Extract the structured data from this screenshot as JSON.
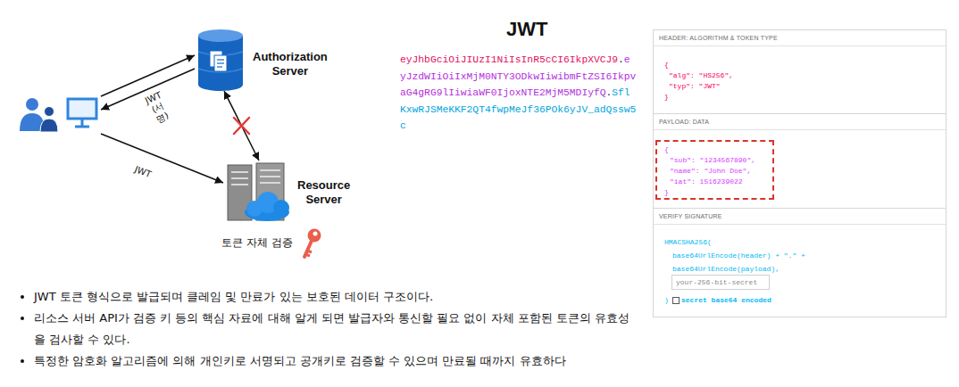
{
  "diagram": {
    "title": "JWT",
    "nodes": [
      {
        "text": []
      },
      {
        "text": [
          "Authorization Server"
        ]
      },
      {
        "text": [
          "Resource Server"
        ]
      },
      {
        "text": [
          "HEADER: ALGORITHM & TOKEN TYPE",
          "{",
          "\"alg\": \"HS256\",",
          "\"typ\": \"JWT\"",
          "}"
        ]
      },
      {
        "text": [
          "PAYLOAD: DATA"
        ]
      },
      {
        "text": [
          "{",
          "\"sub\": \"1234567890\",",
          "\"name\": \"John Doe\",",
          "\"iat\": 1516239022",
          "}"
        ],
        "in": 4
      },
      {
        "text": [
          "VERIFY SIGNATURE",
          "HMACSHA256(",
          "base64UrlEncode(header) + \".\" +",
          "base64UrlEncode(payload),",
          ")",
          "secret base64 encoded"
        ]
      },
      {
        "text": [
          "your-256-bit-secret"
        ],
        "in": 6
      }
    ],
    "edges": [
      {
        "from": 0,
        "to": 1,
        "arrow": "to"
      },
      {
        "from": 1,
        "to": 0,
        "label": "JWT (서명)",
        "arrow": "to"
      },
      {
        "from": 0,
        "to": 2,
        "label": "JWT",
        "arrow": "to"
      },
      {
        "from": 1,
        "to": 2,
        "arrow": "both"
      }
    ],
    "labels": [
      "eyJhbGciOiJIUzI1NiIsInR5cCI6IkpXVCJ9",
      ".",
      "eyJzdWIiOiIxMjM0NTY3ODkwIiwibmFtZSI6IkpvaG4gRG9lIiwiaWF0IjoxNTE2MjM5MDIyfQ",
      ".",
      "SflKxwRJSMeKKF2QT4fwpMeJf36POk6yJV_adQssw5c",
      "토큰 자체 검증",
      "JWT 토큰 형식으로 발급되며 클레임 및 만료가 있는 보호된 데이터 구조이다.",
      "리소스 서버 API가 검증 키 등의 핵심 자료에 대해 알게 되면 발급자와 통신할 필요 없이 자체 포함된 토큰의 유효성을 검사할 수 있다.",
      "특정한 암호화 알고리즘에 의해 개인키로 서명되고 공개키로 검증할 수 있으며 만료될 때까지 유효하다"
    ]
  }
}
